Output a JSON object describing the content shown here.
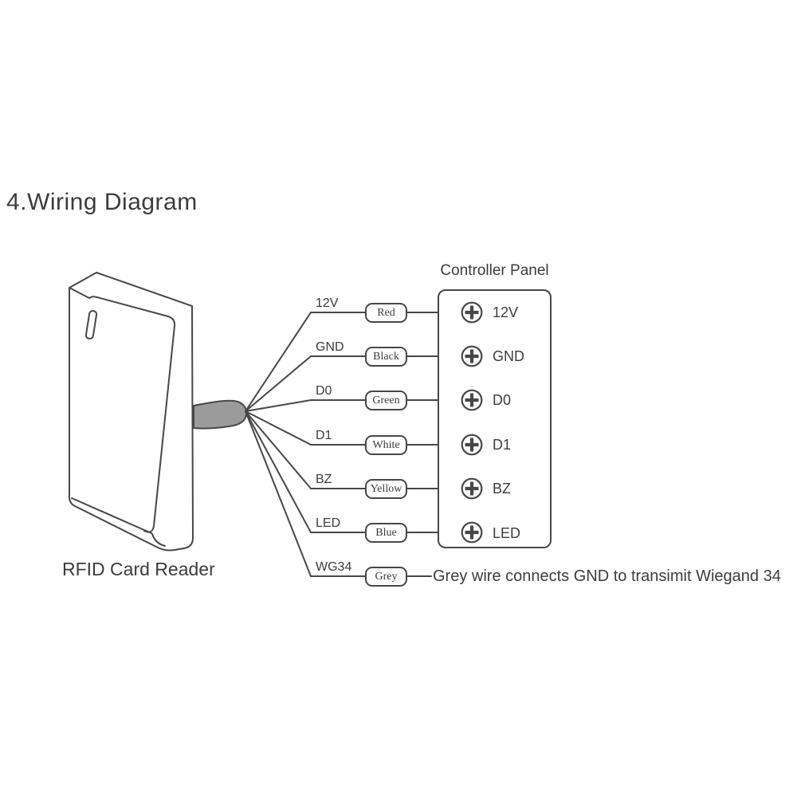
{
  "title": "4.Wiring Diagram",
  "reader": {
    "label": "RFID Card Reader"
  },
  "panel": {
    "title": "Controller Panel"
  },
  "wires": [
    {
      "signal": "12V",
      "color": "Red",
      "terminal": "12V"
    },
    {
      "signal": "GND",
      "color": "Black",
      "terminal": "GND"
    },
    {
      "signal": "D0",
      "color": "Green",
      "terminal": "D0"
    },
    {
      "signal": "D1",
      "color": "White",
      "terminal": "D1"
    },
    {
      "signal": "BZ",
      "color": "Yellow",
      "terminal": "BZ"
    },
    {
      "signal": "LED",
      "color": "Blue",
      "terminal": "LED"
    },
    {
      "signal": "WG34",
      "color": "Grey",
      "note": "Grey wire connects GND to transimit Wiegand 34"
    }
  ],
  "colors": {
    "line": "#474747",
    "text": "#3c3c3c",
    "cable_fill": "#9b9b9b",
    "background": "#ffffff"
  }
}
